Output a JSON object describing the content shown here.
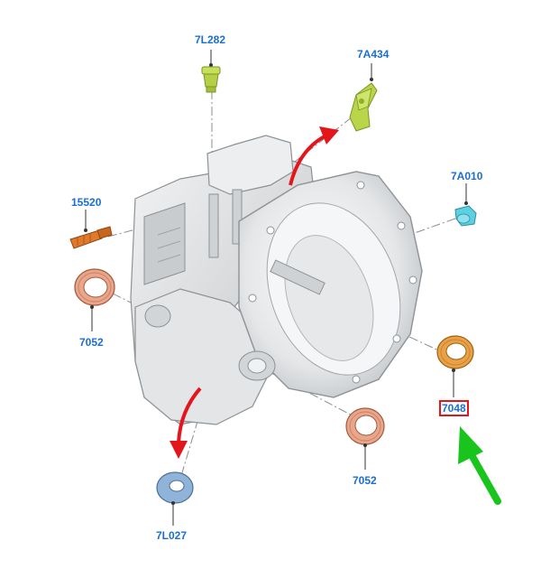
{
  "colors": {
    "label_blue": "#1a6fd6",
    "highlight_red": "#e8141b",
    "arrow_red": "#e3161c",
    "arrow_green": "#19c51d",
    "housing_gray": "#d7d9db",
    "seal_salmon": "#e8a68a",
    "seal_orange": "#e9a146",
    "plug_green": "#b9d54a",
    "sensor_orange": "#e07a2a",
    "cap_cyan": "#5dd0e0",
    "washer_blue": "#8fb3d9"
  },
  "parts": [
    {
      "id": "7L282",
      "label": "7L282",
      "icon": "breather-plug-icon"
    },
    {
      "id": "7A434",
      "label": "7A434",
      "icon": "bracket-icon"
    },
    {
      "id": "7A010",
      "label": "7A010",
      "icon": "vent-cap-icon"
    },
    {
      "id": "15520",
      "label": "15520",
      "icon": "sensor-icon"
    },
    {
      "id": "7052a",
      "label": "7052",
      "icon": "oil-seal-icon"
    },
    {
      "id": "7048",
      "label": "7048",
      "icon": "oil-seal-icon",
      "highlighted": true
    },
    {
      "id": "7052b",
      "label": "7052",
      "icon": "oil-seal-icon"
    },
    {
      "id": "7L027",
      "label": "7L027",
      "icon": "washer-icon"
    }
  ]
}
